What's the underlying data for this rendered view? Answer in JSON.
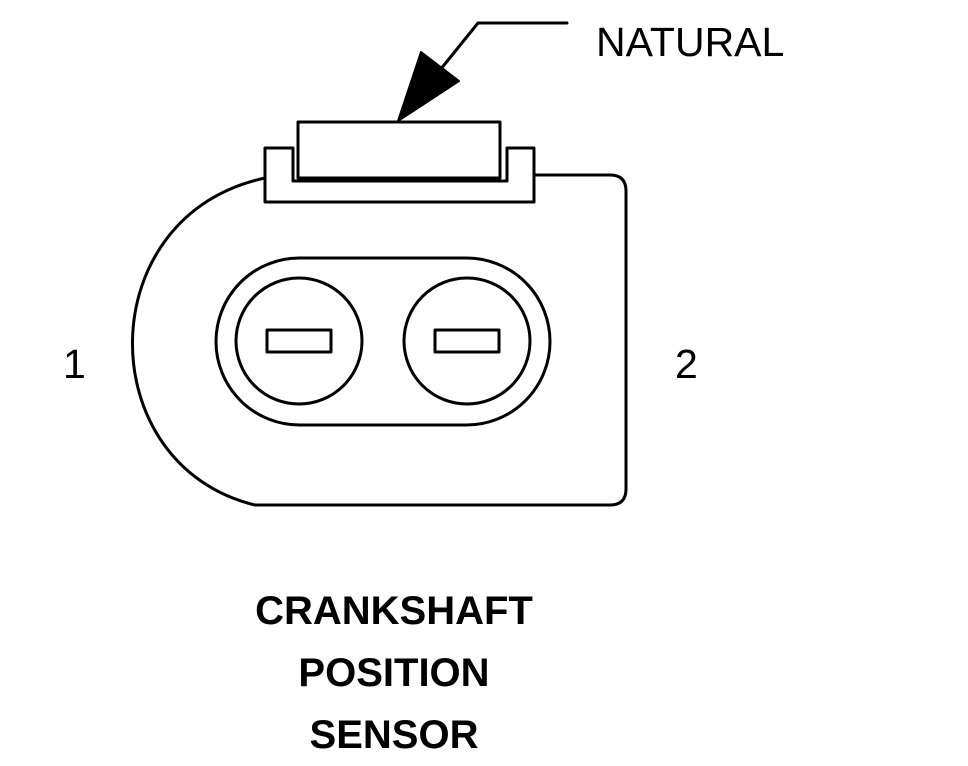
{
  "connector": {
    "callout_label": "NATURAL",
    "pin_left": "1",
    "pin_right": "2",
    "caption_lines": [
      "CRANKSHAFT",
      "POSITION",
      "SENSOR"
    ]
  },
  "colors": {
    "line": "#000000",
    "background": "#ffffff"
  }
}
